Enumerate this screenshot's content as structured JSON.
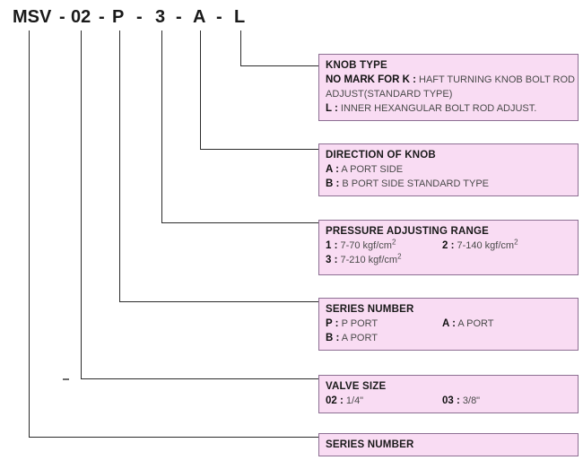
{
  "model_code": {
    "segments": [
      "MSV",
      "02",
      "P",
      "3",
      "A",
      "L"
    ],
    "separator": "-"
  },
  "boxes": [
    {
      "id": "knob-type",
      "title": "KNOB TYPE",
      "lines": [
        {
          "code": "NO MARK FOR K :",
          "desc": "HAFT TURNING KNOB BOLT ROD"
        },
        {
          "code": "",
          "desc": "ADJUST(STANDARD TYPE)"
        },
        {
          "code": "L :",
          "desc": "INNER HEXANGULAR BOLT ROD ADJUST."
        }
      ]
    },
    {
      "id": "direction-of-knob",
      "title": "DIRECTION OF KNOB",
      "lines": [
        {
          "code": "A :",
          "desc": "A PORT SIDE"
        },
        {
          "code": "B :",
          "desc": "B PORT SIDE STANDARD TYPE"
        }
      ]
    },
    {
      "id": "pressure-adjusting-range",
      "title": "PRESSURE ADJUSTING RANGE",
      "lines": [
        {
          "code": "1 :",
          "desc": "7-70 kgf/cm",
          "sup": "2",
          "code2": "2 :",
          "desc2": "7-140 kgf/cm",
          "sup2": "2"
        },
        {
          "code": "3 :",
          "desc": "7-210 kgf/cm",
          "sup": "2"
        }
      ]
    },
    {
      "id": "series-number-upper",
      "title": "SERIES NUMBER",
      "lines": [
        {
          "code": "P :",
          "desc": "P PORT",
          "code2": "A :",
          "desc2": "A PORT"
        },
        {
          "code": "B :",
          "desc": "A PORT"
        }
      ]
    },
    {
      "id": "valve-size",
      "title": "VALVE SIZE",
      "lines": [
        {
          "code": "02 :",
          "desc": "1/4\"",
          "code2": "03 :",
          "desc2": "3/8\""
        }
      ]
    },
    {
      "id": "series-number-lower",
      "title": "SERIES NUMBER",
      "lines": []
    }
  ],
  "colors": {
    "box_fill": "#f9dcf3",
    "box_border": "#8d6f93",
    "line": "#2b2b2b",
    "code_text": "#1a1a1a"
  }
}
